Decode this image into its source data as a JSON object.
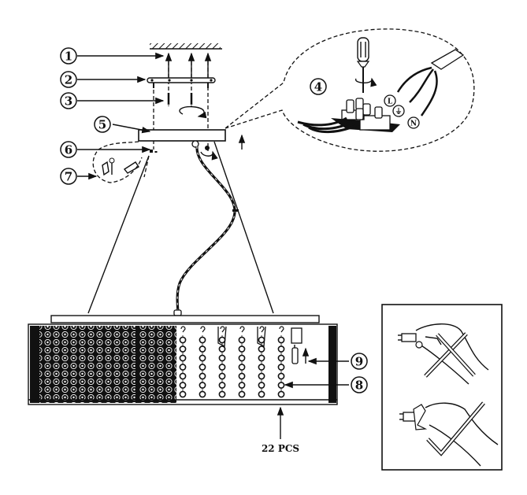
{
  "diagram": {
    "title": "Pendant chandelier installation diagram",
    "callouts": [
      {
        "number": "1",
        "part": "ceiling"
      },
      {
        "number": "2",
        "part": "mounting-bracket"
      },
      {
        "number": "3",
        "part": "screws"
      },
      {
        "number": "4",
        "part": "terminal-block-wiring"
      },
      {
        "number": "5",
        "part": "canopy"
      },
      {
        "number": "6",
        "part": "canopy-screw"
      },
      {
        "number": "7",
        "part": "cable-gripper"
      },
      {
        "number": "8",
        "part": "crystal-strand"
      },
      {
        "number": "9",
        "part": "bulb"
      }
    ],
    "wire_labels": [
      "L",
      "⏚",
      "N"
    ],
    "quantity_label": "22 PCS",
    "colors": {
      "ink": "#111111",
      "background": "#ffffff"
    }
  }
}
